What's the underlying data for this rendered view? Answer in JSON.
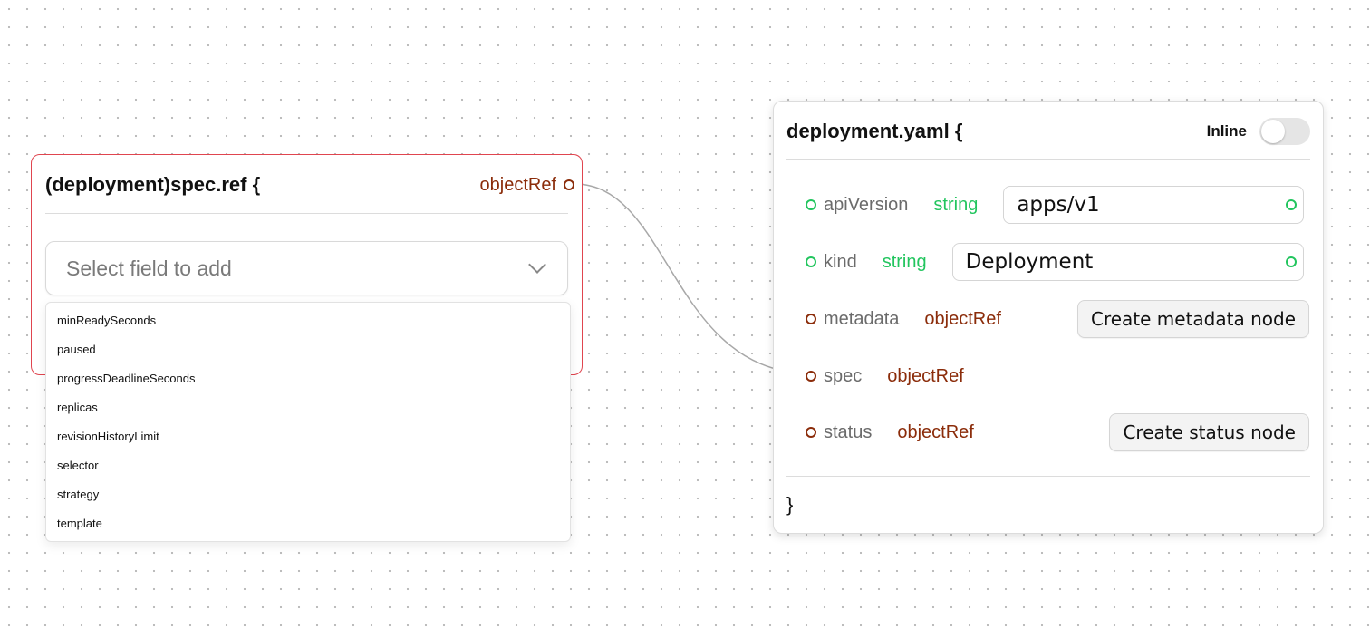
{
  "ref_node": {
    "title": "(deployment)spec.ref {",
    "output_type": "objectRef",
    "select_placeholder": "Select field to add",
    "options": [
      "minReadySeconds",
      "paused",
      "progressDeadlineSeconds",
      "replicas",
      "revisionHistoryLimit",
      "selector",
      "strategy",
      "template"
    ]
  },
  "yaml_node": {
    "title": "deployment.yaml {",
    "inline_label": "Inline",
    "inline_enabled": false,
    "fields": [
      {
        "name": "apiVersion",
        "type": "string",
        "value": "apps/v1"
      },
      {
        "name": "kind",
        "type": "string",
        "value": "Deployment"
      },
      {
        "name": "metadata",
        "type": "objectRef",
        "button": "Create metadata node"
      },
      {
        "name": "spec",
        "type": "objectRef"
      },
      {
        "name": "status",
        "type": "objectRef",
        "button": "Create status node"
      }
    ],
    "closing": "}"
  },
  "colors": {
    "string_type": "#22c55e",
    "objectref_type": "#8b2c0a",
    "selected_border": "#e0454f",
    "edge": "#a8a8a8"
  }
}
